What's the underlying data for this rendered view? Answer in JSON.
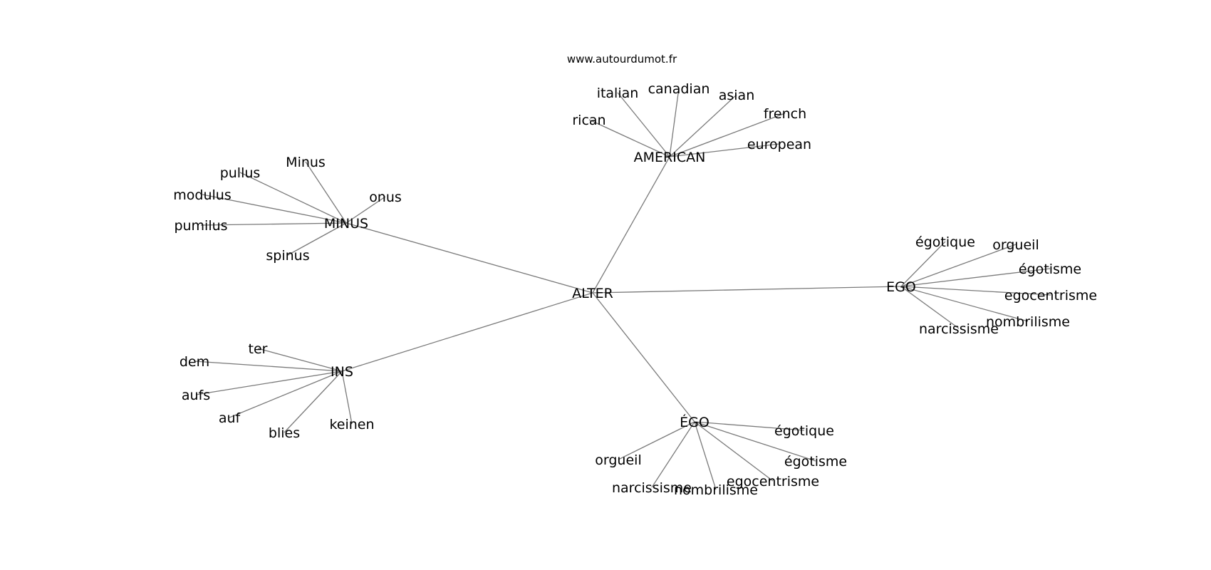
{
  "watermark": "www.autourdumot.fr",
  "colors": {
    "edge": "#7a7a7a",
    "text": "#000000",
    "background": "#ffffff"
  },
  "graph": {
    "center": "ALTER",
    "clusters": [
      {
        "hub": "AMERICAN",
        "leaves": [
          "italian",
          "canadian",
          "asian",
          "rican",
          "french",
          "european"
        ]
      },
      {
        "hub": "MINUS",
        "leaves": [
          "Minus",
          "pullus",
          "modulus",
          "onus",
          "pumilus",
          "spinus"
        ]
      },
      {
        "hub": "EGO",
        "leaves": [
          "égotique",
          "orgueil",
          "égotisme",
          "egocentrisme",
          "nombrilisme",
          "narcissisme"
        ]
      },
      {
        "hub": "INS",
        "leaves": [
          "ter",
          "dem",
          "aufs",
          "auf",
          "blies",
          "keinen"
        ]
      },
      {
        "hub": "ÉGO",
        "leaves": [
          "égotique",
          "orgueil",
          "égotisme",
          "egocentrisme",
          "narcissisme",
          "nombrilisme"
        ]
      }
    ]
  }
}
